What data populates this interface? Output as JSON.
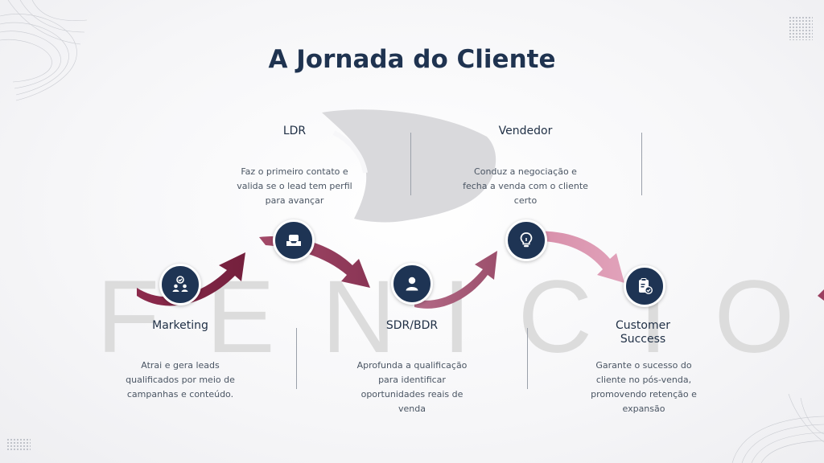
{
  "title": "A Jornada do Cliente",
  "watermark": "FENICIO",
  "colors": {
    "title": "#1f3350",
    "icon_circle": "#1e3454",
    "arrow_dark": "#7a1f3f",
    "arrow_mid": "#9b4060",
    "arrow_light": "#d991ac"
  },
  "stages": [
    {
      "label": "Marketing",
      "icon": "users-check-icon",
      "description": [
        "Atrai e gera leads",
        "qualificados por meio de",
        "campanhas e conteúdo."
      ]
    },
    {
      "label": "LDR",
      "icon": "inbox-icon",
      "description": [
        "Faz o primeiro contato e",
        "valida se o lead tem perfil",
        "para avançar"
      ]
    },
    {
      "label": "SDR/BDR",
      "icon": "user-icon",
      "description": [
        "Aprofunda a qualificação",
        "para identificar",
        "oportunidades reais de",
        "venda"
      ]
    },
    {
      "label": "Vendedor",
      "icon": "lightbulb-icon",
      "description": [
        "Conduz a negociação e",
        "fecha a venda com o cliente",
        "certo"
      ]
    },
    {
      "label": "Customer Success",
      "icon": "clipboard-check-icon",
      "description": [
        "Garante o sucesso do",
        "cliente no pós-venda,",
        "promovendo retenção e",
        "expansão"
      ]
    }
  ]
}
